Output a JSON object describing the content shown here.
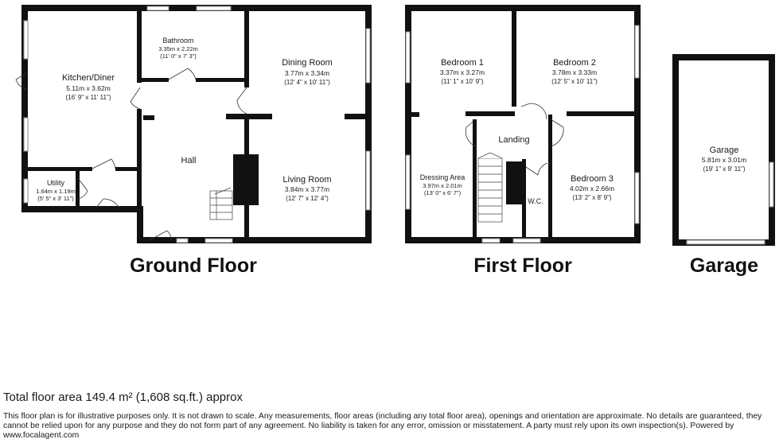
{
  "floors": {
    "ground": "Ground Floor",
    "first": "First Floor",
    "garage": "Garage"
  },
  "rooms": {
    "kitchen": {
      "name": "Kitchen/Diner",
      "metric": "5.11m x 3.62m",
      "imperial": "(16' 9\" x 11' 11\")"
    },
    "bathroom": {
      "name": "Bathroom",
      "metric": "3.35m x 2.22m",
      "imperial": "(11' 0\" x 7' 3\")"
    },
    "dining": {
      "name": "Dining Room",
      "metric": "3.77m x 3.34m",
      "imperial": "(12' 4\" x 10' 11\")"
    },
    "hall": {
      "name": "Hall"
    },
    "living": {
      "name": "Living Room",
      "metric": "3.84m x 3.77m",
      "imperial": "(12' 7\" x 12' 4\")"
    },
    "utility": {
      "name": "Utility",
      "metric": "1.64m x 1.19m",
      "imperial": "(5' 5\" x 3' 11\")"
    },
    "bed1": {
      "name": "Bedroom 1",
      "metric": "3.37m x 3.27m",
      "imperial": "(11' 1\" x 10' 9\")"
    },
    "bed2": {
      "name": "Bedroom 2",
      "metric": "3.78m x 3.33m",
      "imperial": "(12' 5\" x 10' 11\")"
    },
    "landing": {
      "name": "Landing"
    },
    "dressing": {
      "name": "Dressing Area",
      "metric": "3.97m x 2.01m",
      "imperial": "(13' 0\" x 6' 7\")"
    },
    "bed3": {
      "name": "Bedroom 3",
      "metric": "4.02m x 2.66m",
      "imperial": "(13' 2\" x 8' 9\")"
    },
    "wc": {
      "name": "W.C."
    },
    "garage": {
      "name": "Garage",
      "metric": "5.81m x 3.01m",
      "imperial": "(19' 1\" x 9' 11\")"
    }
  },
  "total_area": "Total floor area 149.4 m² (1,608 sq.ft.) approx",
  "disclaimer": "This floor plan is for illustrative purposes only. It is not drawn to scale. Any measurements, floor areas (including any total floor area), openings and orientation are approximate. No details are guaranteed, they cannot be relied upon for any purpose and they do not form part of any agreement. No liability is taken for any error, omission or misstatement. A party must rely upon its own inspection(s). Powered by www.focalagent.com",
  "colors": {
    "wall": "#111111",
    "window": "#8a8a8a",
    "background": "#ffffff"
  }
}
